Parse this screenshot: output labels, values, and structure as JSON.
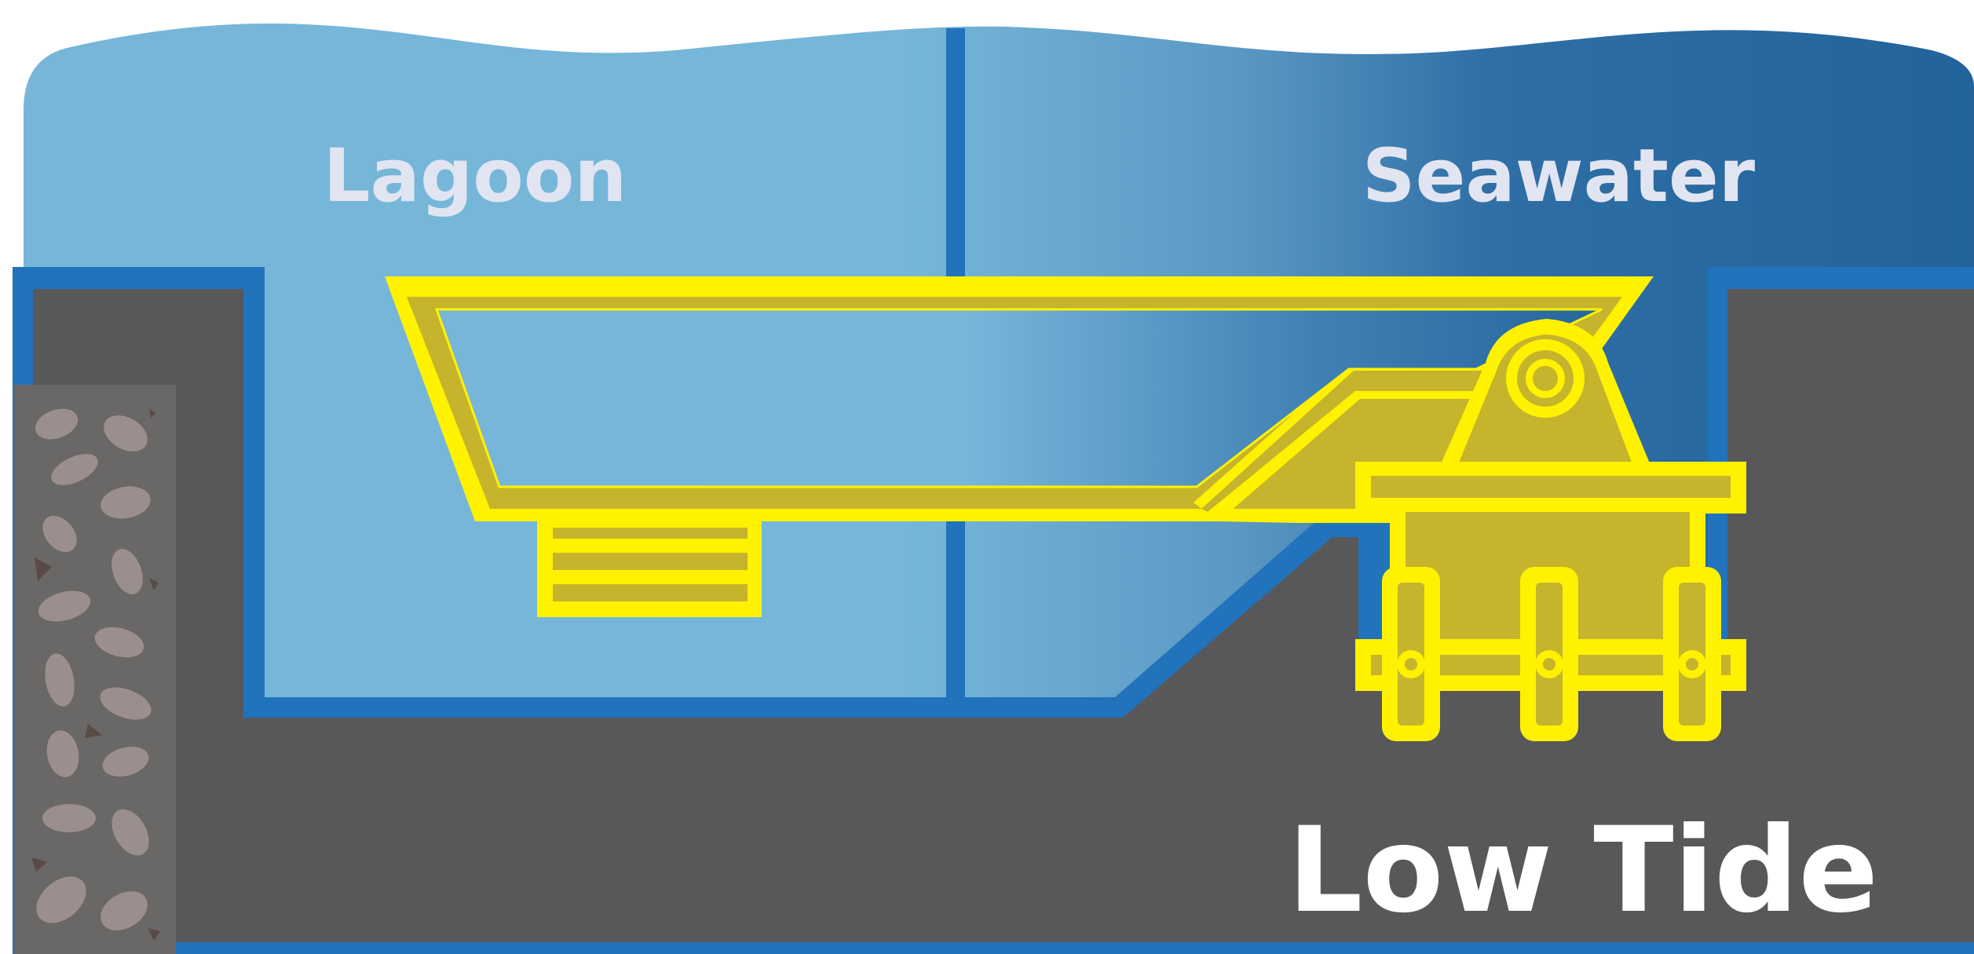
{
  "labels": {
    "left_region": "Lagoon",
    "right_region": "Seawater",
    "tide_state": "Low Tide"
  },
  "colors": {
    "lagoon_water": "#77b6d8",
    "sea_water": "#25659c",
    "channel_blue": "#2173bb",
    "ground": "#58585a",
    "rubble": "#6a6767",
    "pebble": "#9b8f8d",
    "pebble_dark": "#5a4a45",
    "gate_outline": "#fff200",
    "gate_fill": "#c6b42c",
    "region_label": "#e1e5f2",
    "tide_label": "#ffffff"
  },
  "elements": {
    "gate": "tidal-gate-flap",
    "hinge": "gate-hinge-pivot",
    "support": "gate-support-frame",
    "wall": "rubble-breakwater"
  }
}
